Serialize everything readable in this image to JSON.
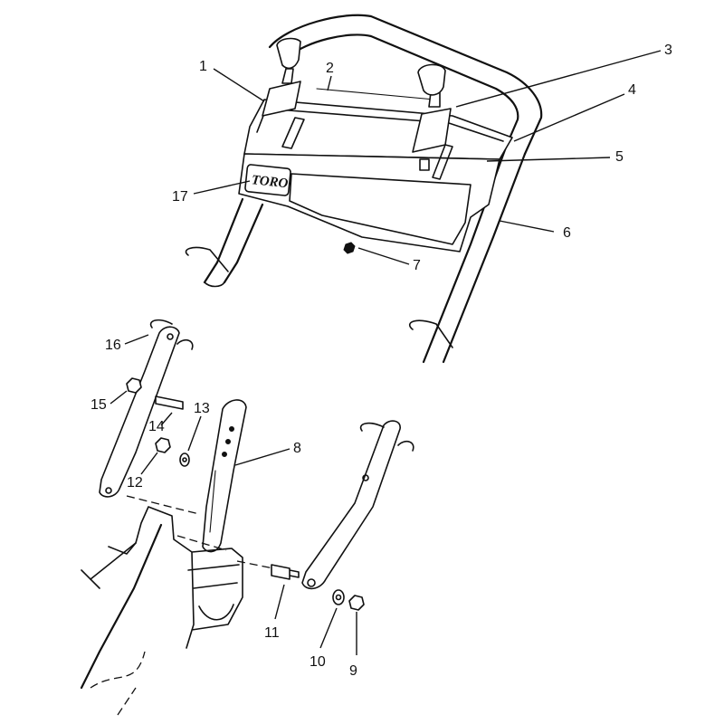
{
  "logo": {
    "text": "TORO"
  },
  "callouts": [
    {
      "id": "c1",
      "label": "1"
    },
    {
      "id": "c2",
      "label": "2"
    },
    {
      "id": "c3",
      "label": "3"
    },
    {
      "id": "c4",
      "label": "4"
    },
    {
      "id": "c5",
      "label": "5"
    },
    {
      "id": "c6",
      "label": "6"
    },
    {
      "id": "c7",
      "label": "7"
    },
    {
      "id": "c8",
      "label": "8"
    },
    {
      "id": "c9",
      "label": "9"
    },
    {
      "id": "c10",
      "label": "10"
    },
    {
      "id": "c11",
      "label": "11"
    },
    {
      "id": "c12",
      "label": "12"
    },
    {
      "id": "c13",
      "label": "13"
    },
    {
      "id": "c14",
      "label": "14"
    },
    {
      "id": "c15",
      "label": "15"
    },
    {
      "id": "c16",
      "label": "16"
    },
    {
      "id": "c17",
      "label": "17"
    }
  ]
}
